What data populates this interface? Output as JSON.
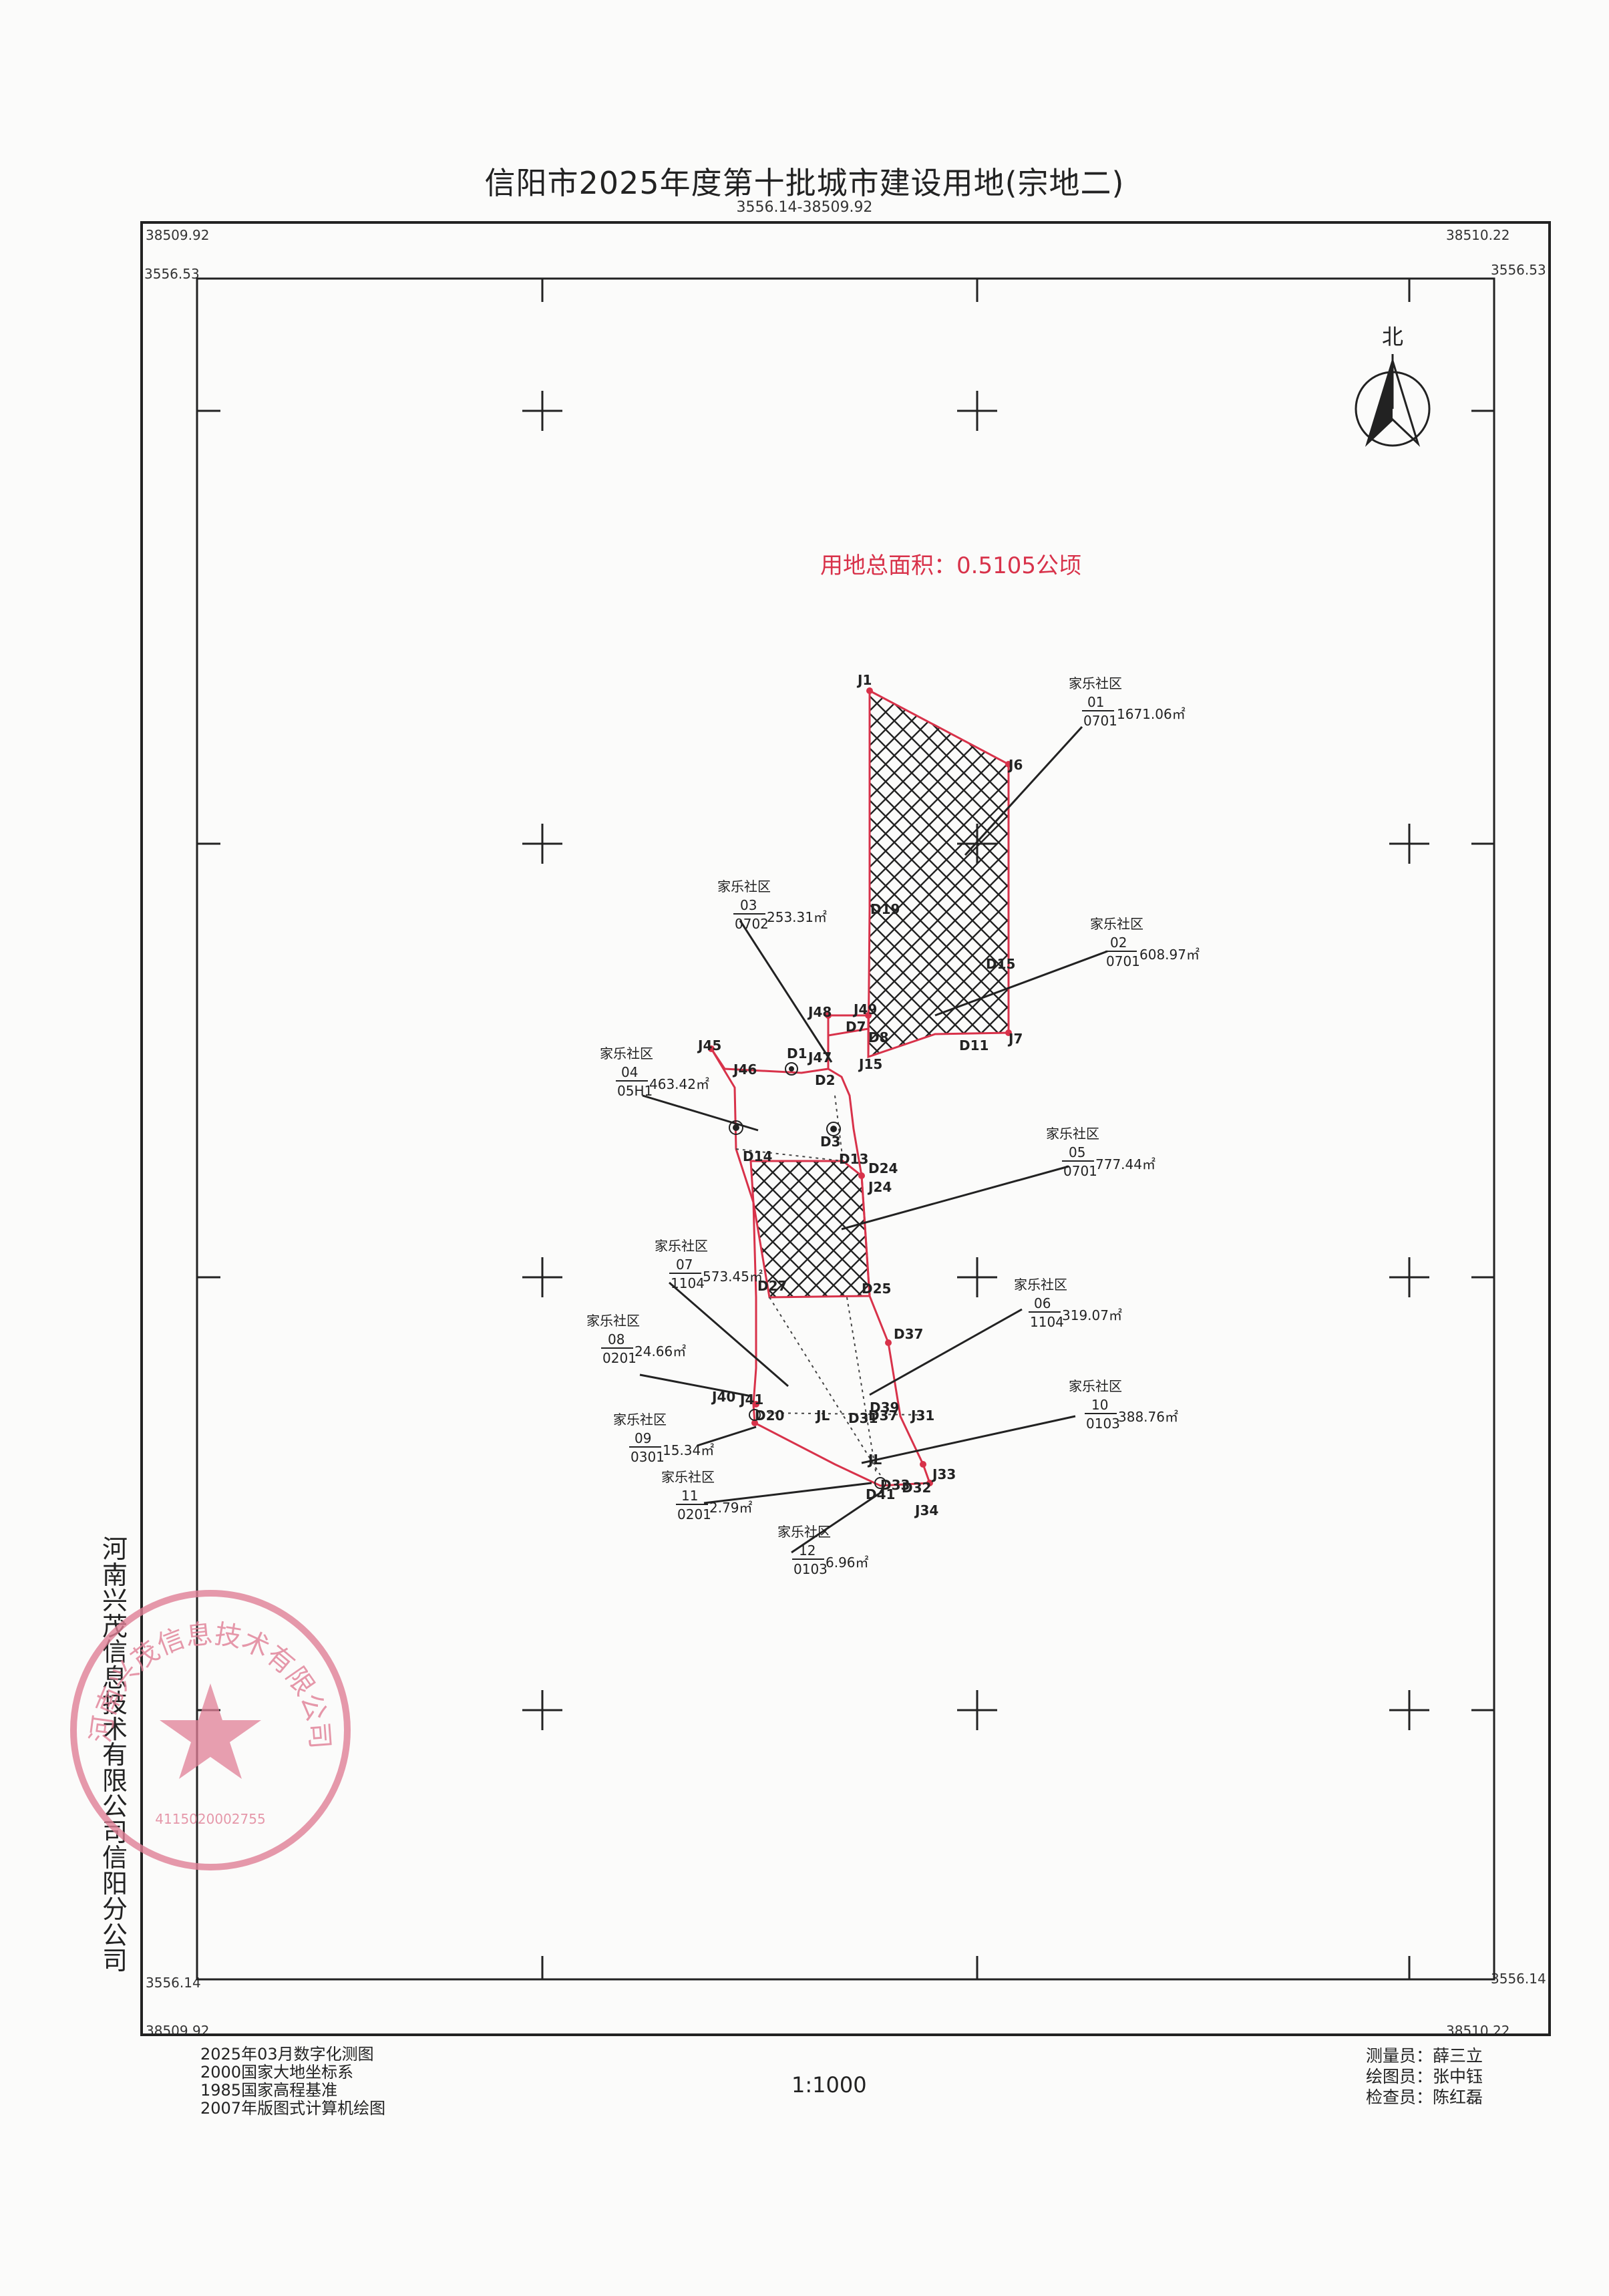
{
  "title": "信阳市2025年度第十批城市建设用地(宗地二)",
  "subtitle": "3556.14-38509.92",
  "corners": {
    "top_left_x": "38509.92",
    "top_right_x": "38510.22",
    "left_top_y": "3556.53",
    "right_top_y": "3556.53",
    "left_bottom_y": "3556.14",
    "right_bottom_y": "3556.14",
    "bottom_left_x": "38509.92",
    "bottom_right_x": "38510.22"
  },
  "north_label": "北",
  "total_area": "用地总面积：0.5105公顷",
  "points": {
    "J1": "J1",
    "J6": "J6",
    "J7": "J7",
    "D11": "D11",
    "D15": "D15",
    "D19": "D19",
    "J48": "J48",
    "J49": "J49",
    "D7": "D7",
    "D8": "D8",
    "D1": "D1",
    "J47": "J47",
    "D2": "D2",
    "J15": "J15",
    "J45": "J45",
    "J46": "J46",
    "D3": "D3",
    "D13": "D13",
    "D24": "D24",
    "J24": "J24",
    "D14": "D14",
    "D27": "D27",
    "D25": "D25",
    "D37": "D37",
    "D39": "D39",
    "J31": "J31",
    "D31": "D31",
    "D37b": "D37",
    "J40": "J40",
    "J41": "J41",
    "D20": "D20",
    "J33": "J33",
    "D33": "D33",
    "D32": "D32",
    "D41": "D41",
    "J34": "J34",
    "JL1": "JL",
    "JL2": "JL"
  },
  "parcels": [
    {
      "owner": "家乐社区",
      "num": "01",
      "code": "0701",
      "area": "1671.06㎡"
    },
    {
      "owner": "家乐社区",
      "num": "02",
      "code": "0701",
      "area": "608.97㎡"
    },
    {
      "owner": "家乐社区",
      "num": "03",
      "code": "0702",
      "area": "253.31㎡"
    },
    {
      "owner": "家乐社区",
      "num": "04",
      "code": "05H1",
      "area": "463.42㎡"
    },
    {
      "owner": "家乐社区",
      "num": "05",
      "code": "0701",
      "area": "777.44㎡"
    },
    {
      "owner": "家乐社区",
      "num": "06",
      "code": "1104",
      "area": "319.07㎡"
    },
    {
      "owner": "家乐社区",
      "num": "07",
      "code": "1104",
      "area": "573.45㎡"
    },
    {
      "owner": "家乐社区",
      "num": "08",
      "code": "0201",
      "area": "24.66㎡"
    },
    {
      "owner": "家乐社区",
      "num": "09",
      "code": "0301",
      "area": "15.34㎡"
    },
    {
      "owner": "家乐社区",
      "num": "10",
      "code": "0103",
      "area": "388.76㎡"
    },
    {
      "owner": "家乐社区",
      "num": "11",
      "code": "0201",
      "area": "2.79㎡"
    },
    {
      "owner": "家乐社区",
      "num": "12",
      "code": "0103",
      "area": "6.96㎡"
    }
  ],
  "footer": {
    "left": [
      "2025年03月数字化测图",
      "2000国家大地坐标系",
      "1985国家高程基准",
      "2007年版图式计算机绘图"
    ],
    "scale": "1:1000",
    "right": [
      "测量员：薛三立",
      "绘图员：张中钰",
      "检查员：陈红磊"
    ]
  },
  "company": "河南兴茂信息技术有限公司信阳分公司",
  "seal_text": "河南兴茂信息技术有限公司信阳分公司",
  "seal_number": "4115020002755",
  "colors": {
    "boundary": "#d8324a",
    "text": "#222222",
    "seal": "#e07f96",
    "area_label": "#d8324a"
  }
}
